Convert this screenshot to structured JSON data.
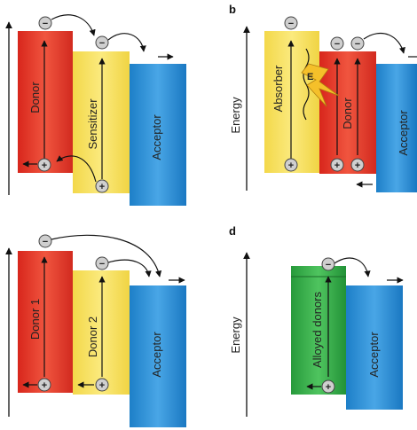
{
  "panels": {
    "a": {
      "donor": "Donor",
      "sensitizer": "Sensitizer",
      "acceptor": "Acceptor"
    },
    "b": {
      "letter": "b",
      "axis": "Energy",
      "absorber": "Absorber",
      "donor": "Donor",
      "acceptor": "Acceptor",
      "energy_symbol": "E"
    },
    "c": {
      "donor1": "Donor 1",
      "donor2": "Donor 2",
      "acceptor": "Acceptor"
    },
    "d": {
      "letter": "d",
      "axis": "Energy",
      "alloyed": "Alloyed donors",
      "acceptor": "Acceptor"
    }
  },
  "symbols": {
    "electron": "−",
    "hole": "+"
  },
  "colors": {
    "red": "#e8392b",
    "yellow": "#f6e15c",
    "blue": "#2b8fd6",
    "green": "#36b24a",
    "circle": "#cfcfcf"
  }
}
